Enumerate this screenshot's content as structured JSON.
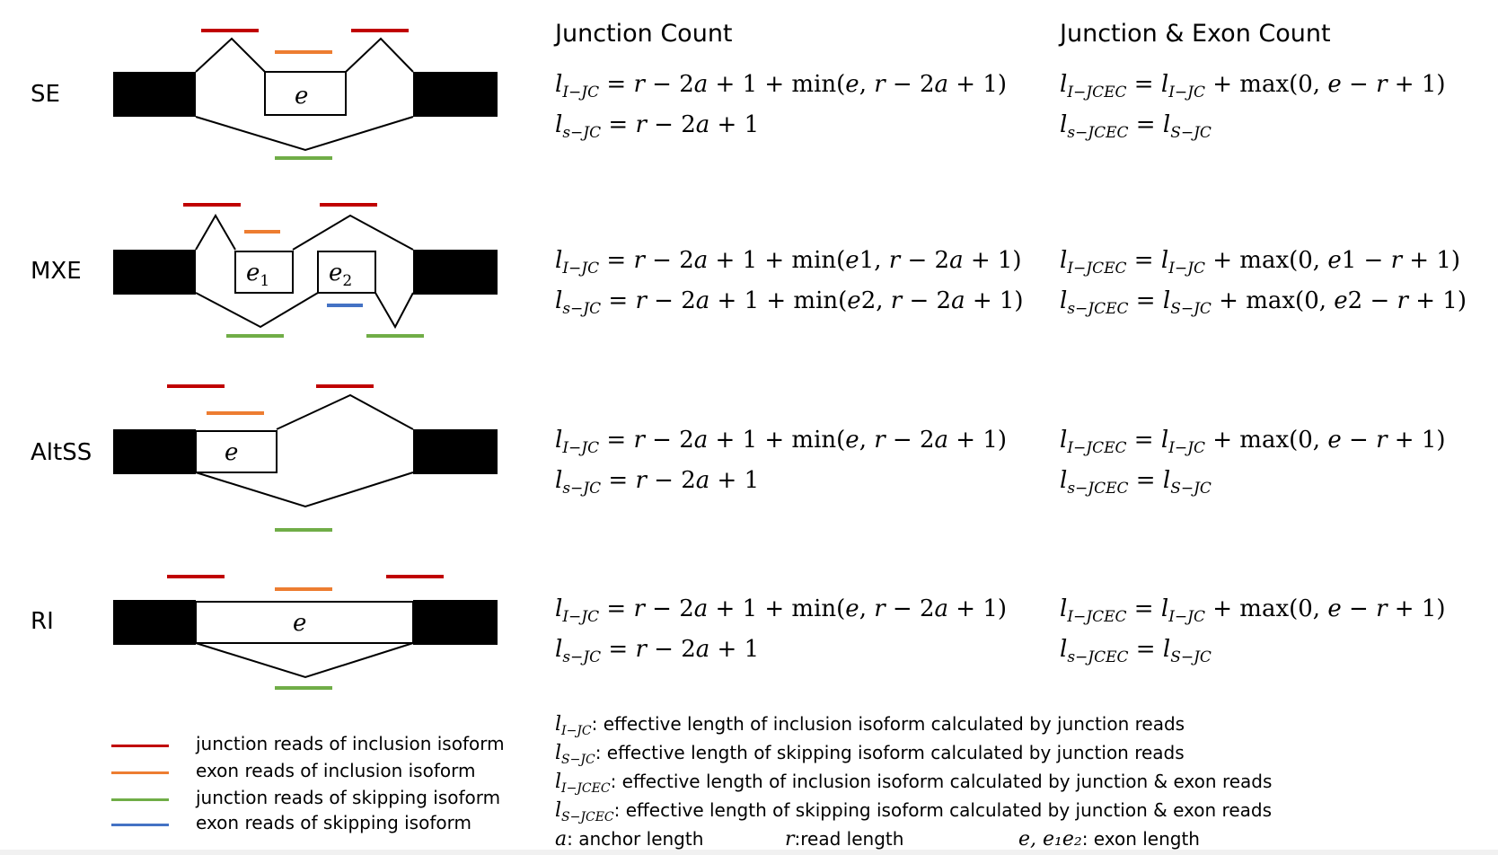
{
  "events": [
    {
      "key": "se",
      "label": "SE"
    },
    {
      "key": "mxe",
      "label": "MXE"
    },
    {
      "key": "altss",
      "label": "AltSS"
    },
    {
      "key": "ri",
      "label": "RI"
    }
  ],
  "exon_labels": {
    "e": "e",
    "e1": {
      "base": "e",
      "sub": "1"
    },
    "e2": {
      "base": "e",
      "sub": "2"
    }
  },
  "columns": {
    "junction_count": "Junction Count",
    "junction_exon_count": "Junction & Exon Count"
  },
  "formulas": [
    {
      "event": "SE",
      "jc": [
        "l_{I−JC} = r − 2a + 1 + min(e, r − 2a + 1)",
        "l_{s−JC} = r − 2a + 1"
      ],
      "jcec": [
        "l_{I−JCEC} = l_{I−JC} + max(0, e − r + 1)",
        "l_{s−JCEC} = l_{S−JC}"
      ]
    },
    {
      "event": "MXE",
      "jc": [
        "l_{I−JC} = r − 2a + 1 + min(e1, r − 2a + 1)",
        "l_{s−JC} = r − 2a + 1 + min(e2, r − 2a + 1)"
      ],
      "jcec": [
        "l_{I−JCEC} = l_{I−JC} + max(0, e1 − r + 1)",
        "l_{s−JCEC} = l_{S−JC} + max(0, e2 − r + 1)"
      ]
    },
    {
      "event": "AltSS",
      "jc": [
        "l_{I−JC} = r − 2a + 1 + min(e, r − 2a + 1)",
        "l_{s−JC} = r − 2a + 1"
      ],
      "jcec": [
        "l_{I−JCEC} = l_{I−JC} + max(0, e − r + 1)",
        "l_{s−JCEC} = l_{S−JC}"
      ]
    },
    {
      "event": "RI",
      "jc": [
        "l_{I−JC} = r − 2a + 1 + min(e, r − 2a + 1)",
        "l_{s−JC} = r − 2a + 1"
      ],
      "jcec": [
        "l_{I−JCEC} = l_{I−JC} + max(0, e − r + 1)",
        "l_{s−JCEC} = l_{S−JC}"
      ]
    }
  ],
  "legend": [
    {
      "color": "#c00000",
      "label": "junction reads of inclusion isoform"
    },
    {
      "color": "#ed7d31",
      "label": "exon reads of inclusion isoform"
    },
    {
      "color": "#70ad47",
      "label": "junction reads of skipping isoform"
    },
    {
      "color": "#4472c4",
      "label": "exon reads of skipping isoform"
    }
  ],
  "notes": [
    {
      "symbol": {
        "base": "l",
        "sub": "I−JC"
      },
      "text": ": effective length of inclusion isoform calculated by junction reads"
    },
    {
      "symbol": {
        "base": "l",
        "sub": "S−JC"
      },
      "text": ": effective length of skipping isoform calculated by junction reads"
    },
    {
      "symbol": {
        "base": "l",
        "sub": "I−JCEC"
      },
      "text": ": effective length of inclusion isoform calculated by junction & exon reads"
    },
    {
      "symbol": {
        "base": "l",
        "sub": "S−JCEC"
      },
      "text": ": effective length of skipping isoform calculated by junction & exon reads"
    }
  ],
  "definitions": {
    "anchor": {
      "symbol": "a",
      "text": ": anchor length"
    },
    "read": {
      "symbol": "r",
      "text": ":read length"
    },
    "exon": {
      "symbol": "e, e₁e₂",
      "text": ": exon length"
    }
  },
  "colors": {
    "inclusion_junction": "#c00000",
    "inclusion_exon": "#ed7d31",
    "skipping_junction": "#70ad47",
    "skipping_exon": "#4472c4"
  }
}
